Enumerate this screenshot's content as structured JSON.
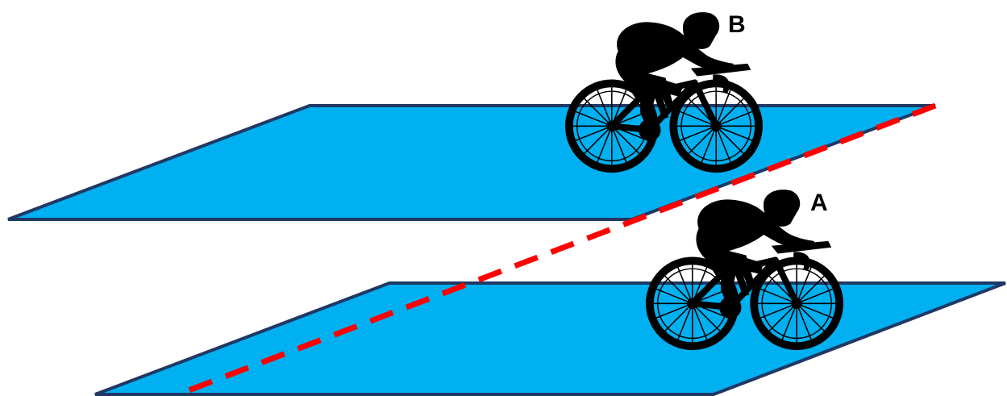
{
  "labels": {
    "upper_cyclist": "B",
    "lower_cyclist": "A"
  },
  "colors": {
    "plane_fill": "#00B0F0",
    "plane_outline": "#1F3864",
    "dashed_line": "#FF0000",
    "silhouette": "#000000",
    "background": "#FFFFFF"
  },
  "elements": {
    "planes": [
      "upper-plane",
      "lower-plane"
    ],
    "cyclists": [
      "cyclist-b",
      "cyclist-a"
    ],
    "connector": "red-dashed-line"
  }
}
